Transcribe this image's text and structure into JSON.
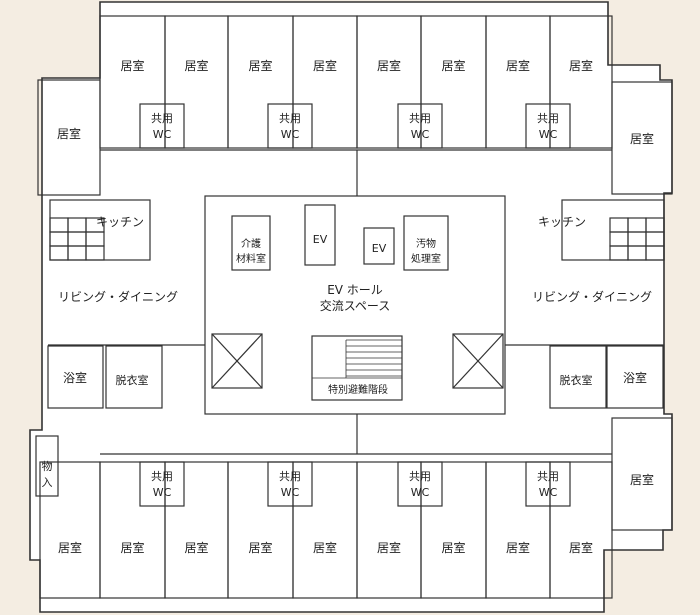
{
  "room_labels": {
    "bedroom": "居室",
    "shared_wc_1": "共用",
    "shared_wc_2": "WC",
    "kitchen": "キッチン",
    "living_dining": "リビング・ダイニング",
    "bath": "浴室",
    "changing_room": "脱衣室",
    "care_materials": [
      "介護",
      "材料室"
    ],
    "soiled_utility": [
      "汚物",
      "処理室"
    ],
    "elevator": "EV",
    "ev_hall": [
      "EV ホール",
      "交流スペース"
    ],
    "stairs": "特別避難階段",
    "storage": [
      "物",
      "入"
    ]
  },
  "colors": {
    "background": "#f4ede2",
    "floor": "#ffffff",
    "line": "#333333"
  }
}
